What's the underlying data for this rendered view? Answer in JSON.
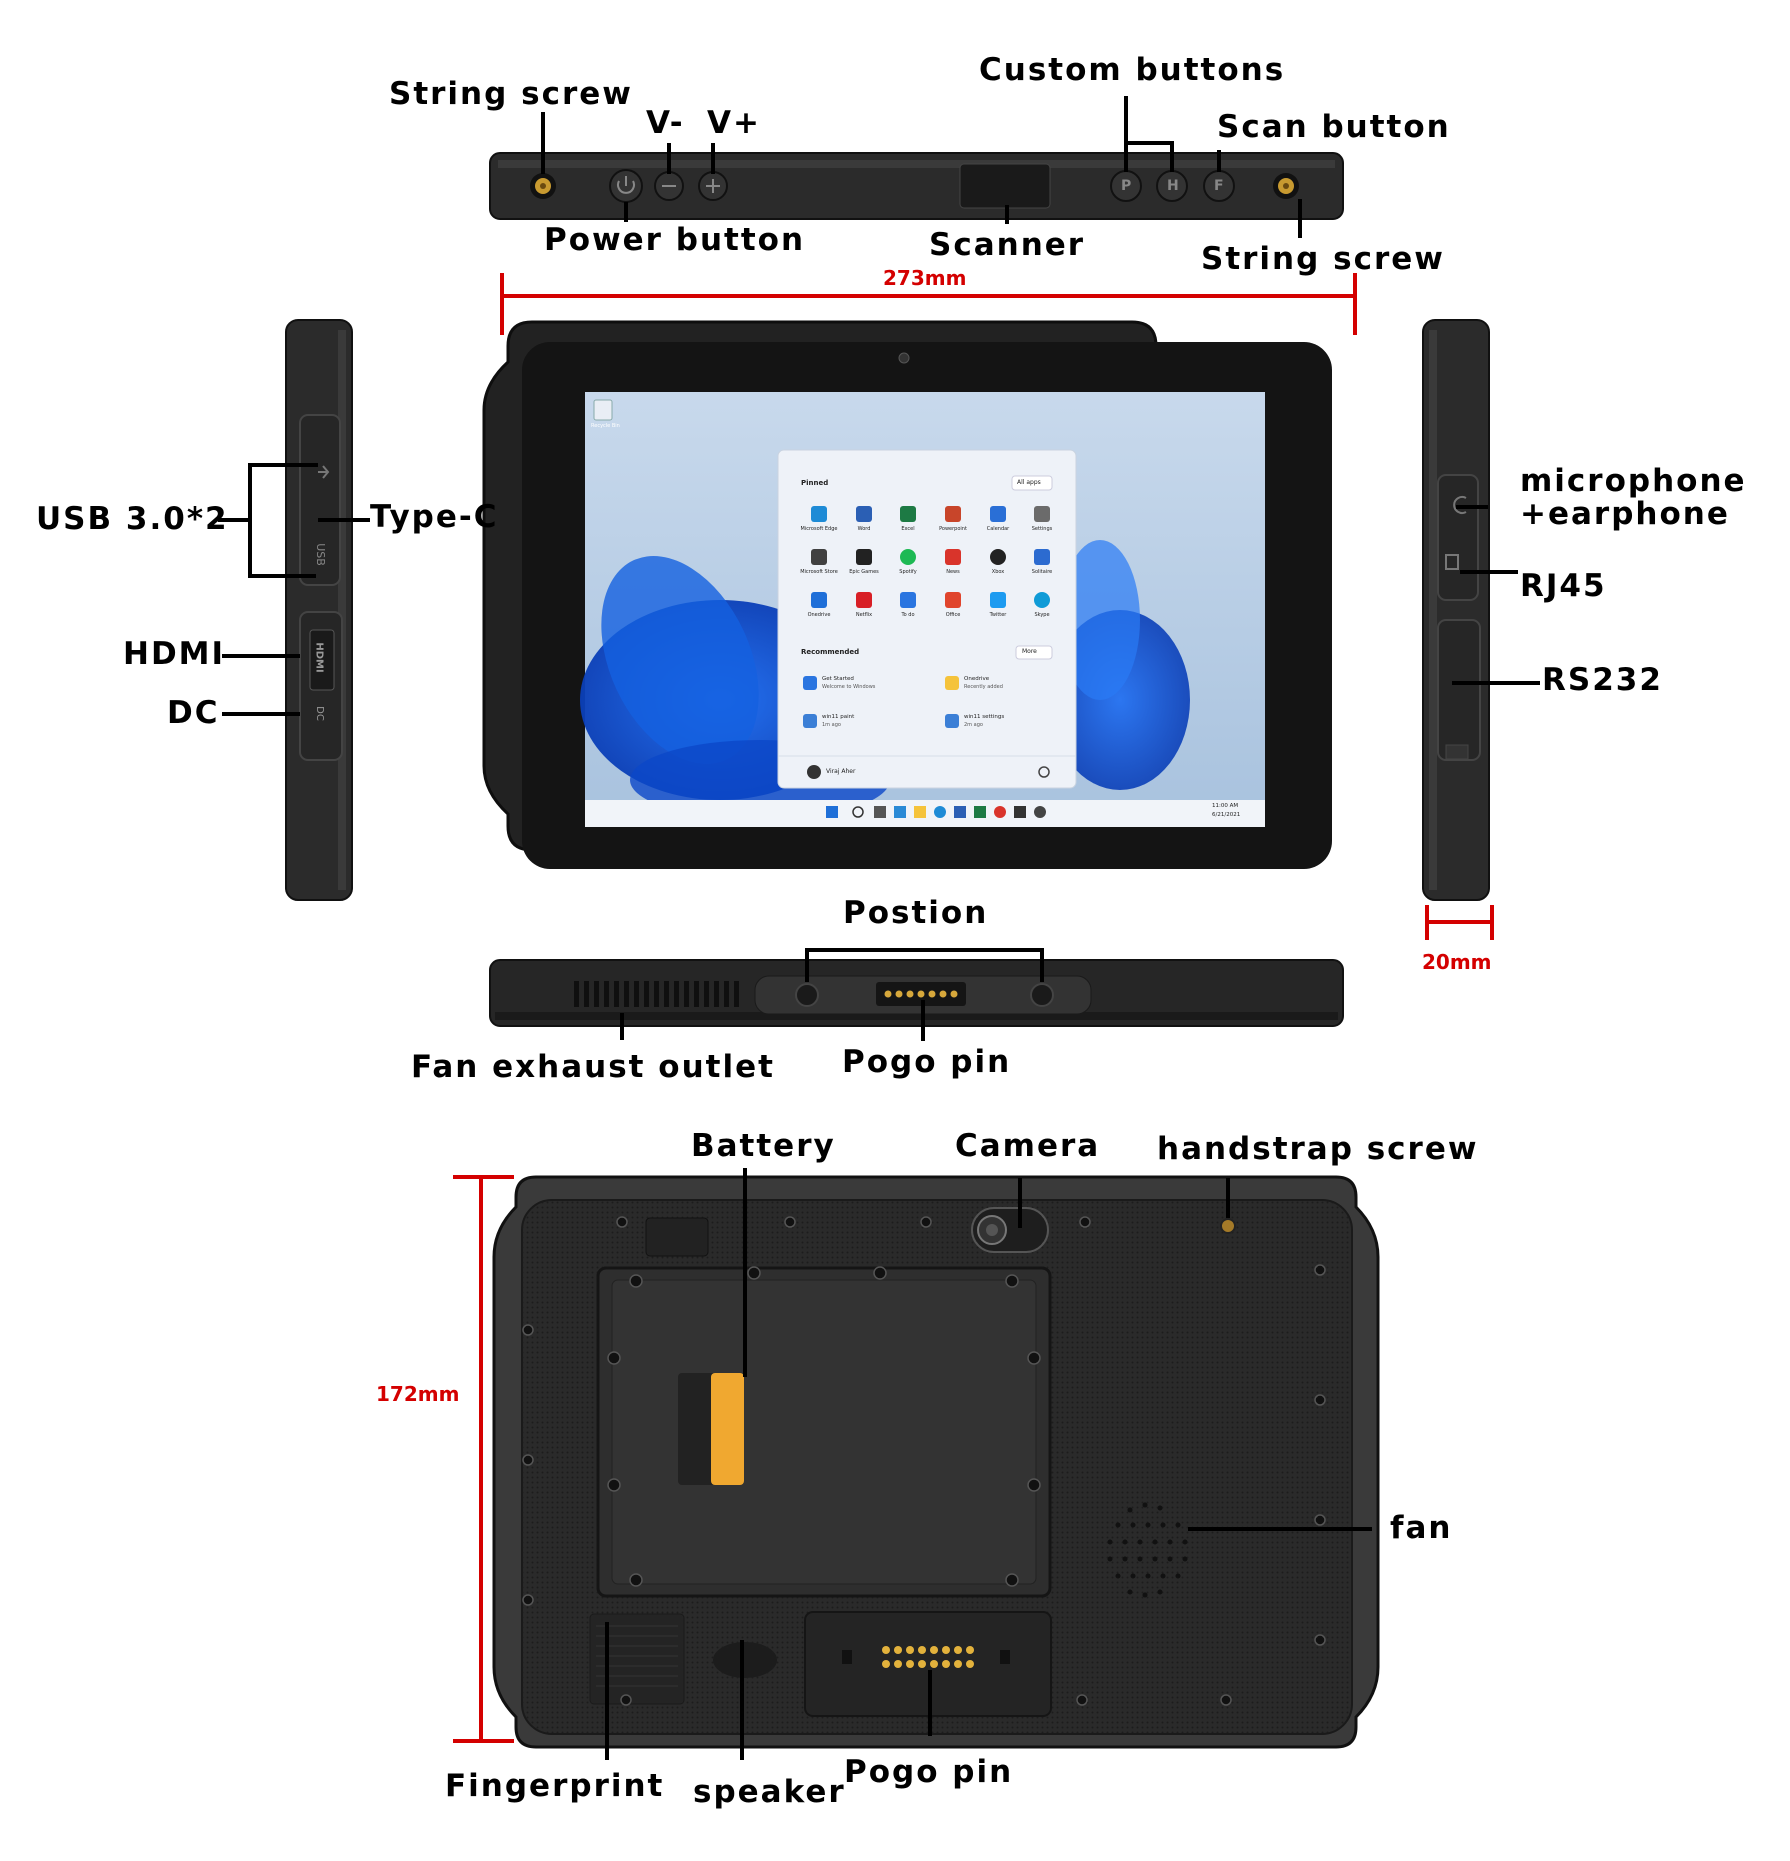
{
  "labels": {
    "top": {
      "string_screw_left": "String screw",
      "v_minus": "V-",
      "v_plus": "V+",
      "custom_buttons": "Custom buttons",
      "scan_button": "Scan button",
      "power_button": "Power button",
      "scanner": "Scanner",
      "string_screw_right": "String screw"
    },
    "left": {
      "usb": "USB 3.0*2",
      "type_c": "Type-C",
      "hdmi": "HDMI",
      "dc": "DC"
    },
    "right": {
      "microphone": "microphone\n+earphone",
      "rj45": "RJ45",
      "rs232": "RS232"
    },
    "bottom_edge": {
      "postion": "Postion",
      "fan_exhaust": "Fan exhaust outlet",
      "pogo_pin": "Pogo pin"
    },
    "back": {
      "battery": "Battery",
      "camera": "Camera",
      "handstrap_screw": "handstrap screw",
      "fan": "fan",
      "fingerprint": "Fingerprint",
      "speaker": "speaker",
      "pogo_pin": "Pogo pin"
    }
  },
  "dimensions": {
    "width": "273mm",
    "depth": "20mm",
    "height": "172mm"
  },
  "port_markings": {
    "usb": "USB",
    "hdmi": "HDMI",
    "dc": "DC"
  },
  "side_buttons": [
    "P",
    "H",
    "F"
  ],
  "screen": {
    "desktop_icon_label": "Recycle Bin",
    "start_menu": {
      "pinned_title": "Pinned",
      "all_apps_label": "All apps",
      "apps": [
        "Microsoft Edge",
        "Word",
        "Excel",
        "Powerpoint",
        "Calendar",
        "Settings",
        "Microsoft Store",
        "Epic Games",
        "Spotify",
        "News",
        "Xbox",
        "Solitaire",
        "Onedrive",
        "Netflix",
        "To do",
        "Office",
        "Twitter",
        "Skype"
      ],
      "recommended_title": "Recommended",
      "more_label": "More",
      "recommended": [
        {
          "title": "Get Started",
          "sub": "Welcome to Windows"
        },
        {
          "title": "Onedrive",
          "sub": "Recently added"
        },
        {
          "title": "win11 paint",
          "sub": "1m ago"
        },
        {
          "title": "win11 settings",
          "sub": "2m ago"
        }
      ],
      "user_name": "Viraj Aher"
    },
    "taskbar": {
      "time": "11:00 AM",
      "date": "6/21/2021"
    }
  },
  "colors": {
    "dimension_red": "#d40000",
    "device_body": "#2b2b2b",
    "battery_stripe": "#f0a830"
  }
}
